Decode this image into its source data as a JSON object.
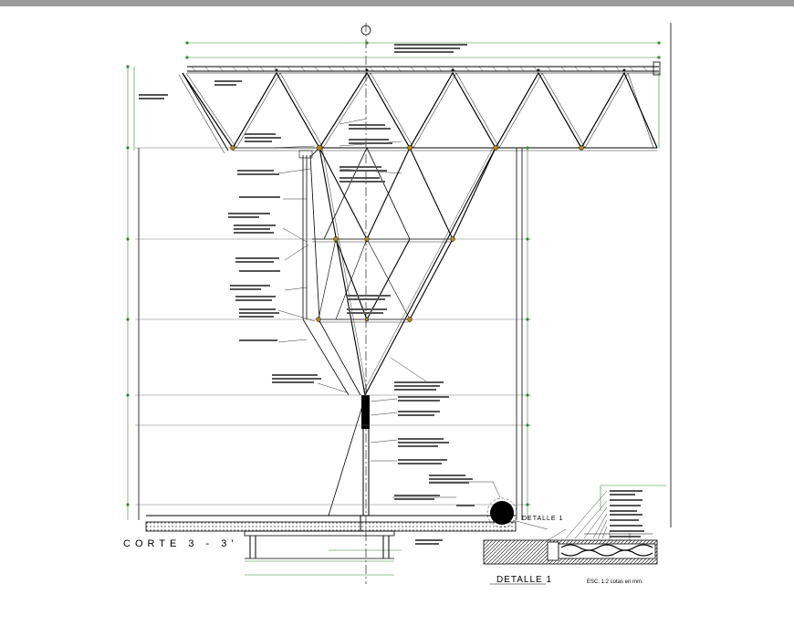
{
  "drawing": {
    "section_title": "CORTE 3 - 3'",
    "detail_title": "DETALLE 1",
    "detail_reference": "DETALLE 1",
    "scale_note": "ESC. 1:2      cotas en mm."
  },
  "colors": {
    "line": "#000000",
    "dimension": "#2e8b2e",
    "gridline": "#7a7a7a",
    "node": "#b8860b",
    "top_rule": "#9a9a9a"
  }
}
